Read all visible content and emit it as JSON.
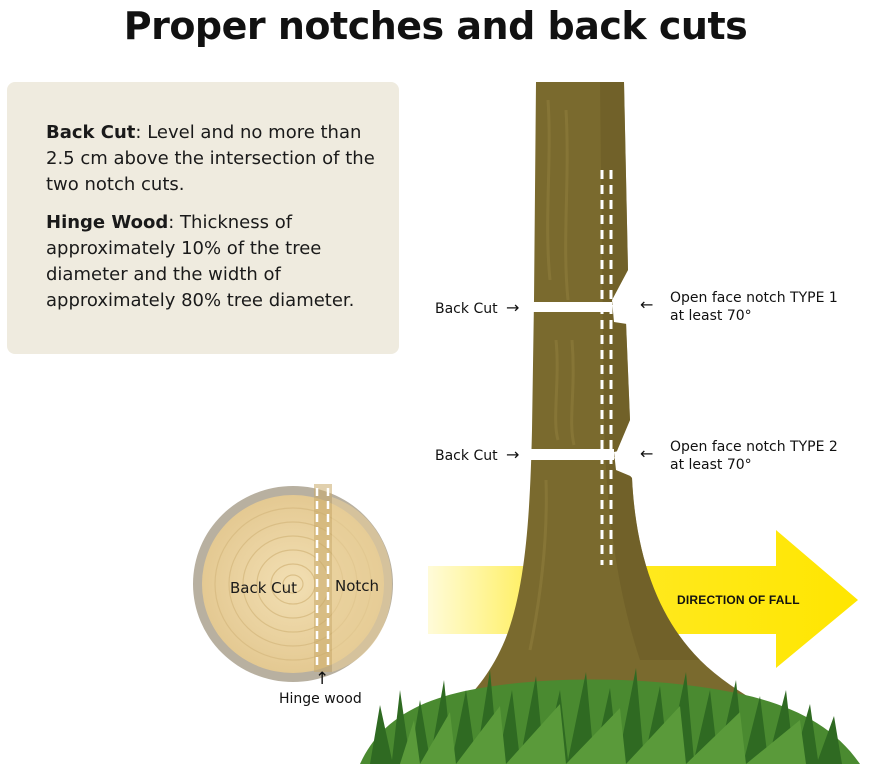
{
  "title": "Proper notches and back cuts",
  "info": {
    "back_cut_term": "Back Cut",
    "back_cut_text": ": Level and no more than 2.5 cm above the intersection of the two notch cuts.",
    "hinge_term": "Hinge Wood",
    "hinge_text": ": Thickness of approximately 10% of the tree diameter and the width of approximately 80% tree diameter."
  },
  "labels": {
    "back_cut_1": "Back Cut",
    "back_cut_2": "Back Cut",
    "notch_type1_line1": "Open face notch TYPE 1",
    "notch_type1_line2": "at least 70°",
    "notch_type2_line1": "Open face notch TYPE 2",
    "notch_type2_line2": "at least 70°",
    "direction_of_fall": "DIRECTION OF FALL",
    "stump_back_cut": "Back Cut",
    "stump_notch": "Notch",
    "hinge_wood": "Hinge wood"
  },
  "colors": {
    "trunk": "#7a6a2e",
    "trunk_shade": "#5f5222",
    "info_bg": "#efebdf",
    "arrow_yellow": "#ffe600",
    "grass": "#3d7a2a",
    "stump_wood": "#ecd7a7",
    "stump_bark": "#b8b0a0"
  },
  "icons": {
    "arrow_right": "→",
    "arrow_left": "←",
    "arrow_up": "↑"
  }
}
